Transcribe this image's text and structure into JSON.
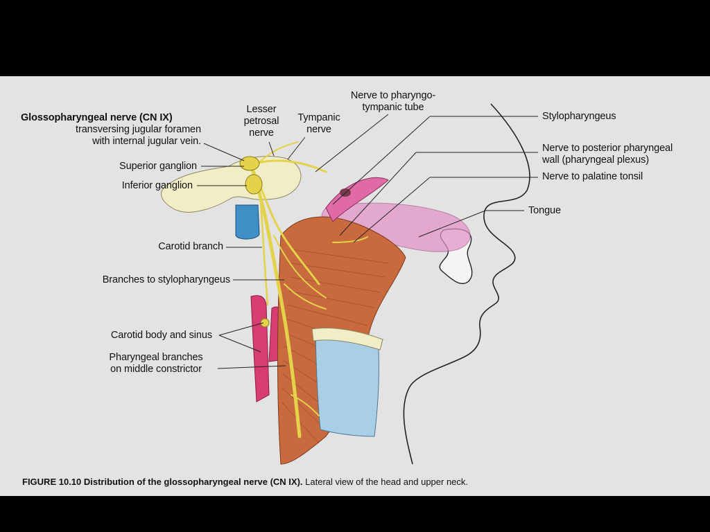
{
  "labels": {
    "glossopharyngeal_title": "Glossopharyngeal nerve (CN IX)",
    "glossopharyngeal_line2": "transversing jugular foramen",
    "glossopharyngeal_line3": "with internal jugular vein.",
    "superior_ganglion": "Superior ganglion",
    "inferior_ganglion": "Inferior ganglion",
    "carotid_branch": "Carotid branch",
    "branches_stylopharyngeus": "Branches to stylopharyngeus",
    "carotid_body": "Carotid body and sinus",
    "pharyngeal_branches_line1": "Pharyngeal branches",
    "pharyngeal_branches_line2": "on middle constrictor",
    "lesser_petrosal_line1": "Lesser",
    "lesser_petrosal_line2": "petrosal",
    "lesser_petrosal_line3": "nerve",
    "tympanic_line1": "Tympanic",
    "tympanic_line2": "nerve",
    "pharyngotympanic_line1": "Nerve to pharyngo-",
    "pharyngotympanic_line2": "tympanic tube",
    "stylopharyngeus": "Stylopharyngeus",
    "posterior_pharyngeal_line1": "Nerve to posterior pharyngeal",
    "posterior_pharyngeal_line2": "wall (pharyngeal plexus)",
    "palatine_tonsil": "Nerve to palatine tonsil",
    "tongue": "Tongue"
  },
  "caption": {
    "figure_label": "FIGURE 10.10 Distribution of the glossopharyngeal nerve (CN IX).",
    "text": "Lateral view of the head and upper neck."
  },
  "colors": {
    "background_top": "#000000",
    "panel": "#e3e3e3",
    "nerve": "#e3d24a",
    "muscle": "#c86a3e",
    "bone": "#f1edc6",
    "vein": "#3f8fc6",
    "artery": "#d83d72",
    "cartilage": "#a9cfe6",
    "tongue_tint": "#e390c6"
  }
}
